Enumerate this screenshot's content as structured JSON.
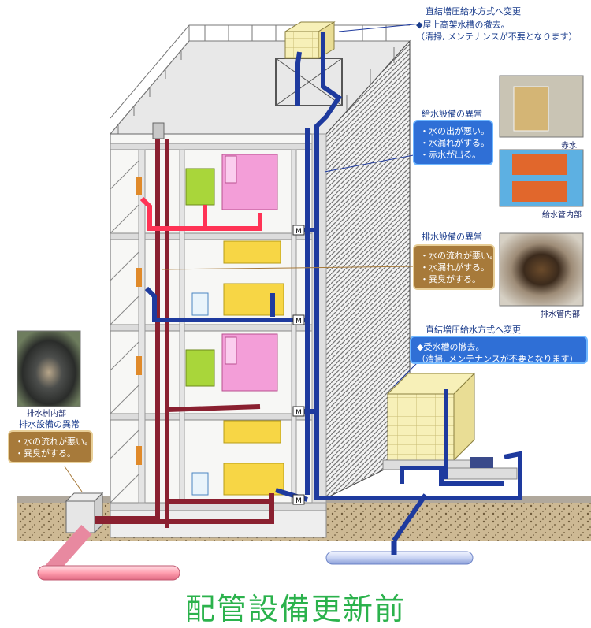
{
  "title": "配管設備更新前",
  "annotations": {
    "roof_tank": {
      "heading": "直結増圧給水方式へ変更",
      "lines": [
        "◆屋上高架水槽の撤去。",
        "（清掃, メンテナンスが不要となります）"
      ]
    },
    "supply_issue": {
      "heading": "給水設備の異常",
      "items": [
        "・水の出が悪い。",
        "・水漏れがする。",
        "・赤水が出る。"
      ],
      "photo_captions": [
        "赤水",
        "給水管内部"
      ]
    },
    "drain_issue": {
      "heading": "排水設備の異常",
      "items": [
        "・水の流れが悪い。",
        "・水漏れがする。",
        "・異臭がする。"
      ],
      "photo_caption": "排水管内部"
    },
    "receiving_tank": {
      "heading": "直結増圧給水方式へ変更",
      "lines": [
        "◆受水槽の撤去。",
        "（清掃, メンテナンスが不要となります）"
      ]
    },
    "drain_basin": {
      "photo_caption": "排水桝内部",
      "heading": "排水設備の異常",
      "items": [
        "・水の流れが悪い。",
        "・異臭がする。"
      ]
    }
  },
  "meter_label": "M",
  "colors": {
    "supply_pipe": "#1e3a9e",
    "drain_pipe": "#8a2030",
    "hot_pipe": "#ff3355",
    "title_green": "#2bb24c",
    "callout_blue": "#2f6fd6",
    "callout_brown": "#a77a3a",
    "tank_fill": "#f7f0b8"
  }
}
